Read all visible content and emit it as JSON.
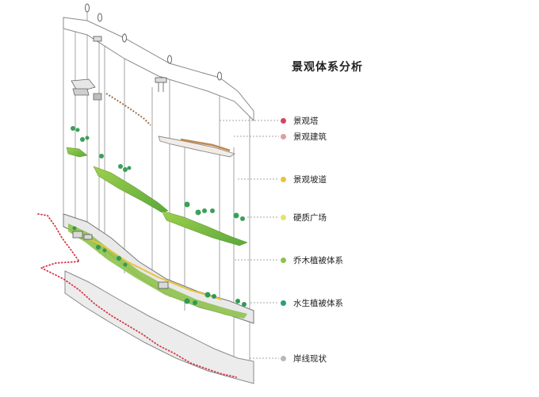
{
  "diagram": {
    "title": "景观体系分析",
    "layers": [
      {
        "label": "景观塔",
        "color": "#d6455e"
      },
      {
        "label": "景观建筑",
        "color": "#dc9fa2"
      },
      {
        "label": "景观坡道",
        "color": "#e8c43a"
      },
      {
        "label": "硬质广场",
        "color": "#e6e26a"
      },
      {
        "label": "乔木植被体系",
        "color": "#8fc24e"
      },
      {
        "label": "水生植被体系",
        "color": "#27a36d"
      },
      {
        "label": "岸线现状",
        "color": "#b9b9b9"
      }
    ]
  }
}
